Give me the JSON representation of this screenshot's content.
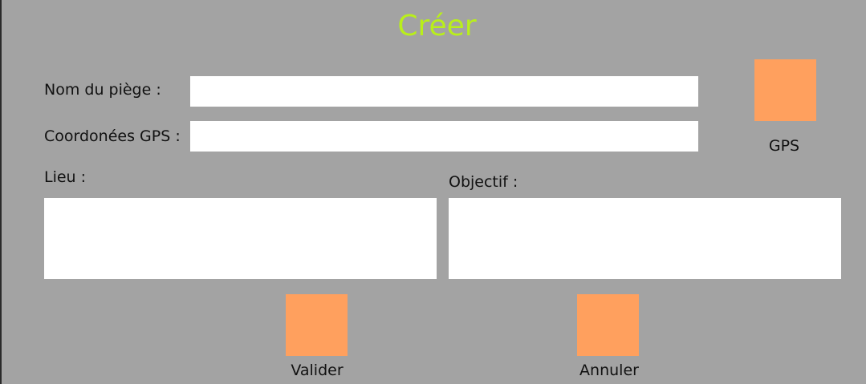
{
  "dialog": {
    "title": "Créer"
  },
  "form": {
    "trap_name_label": "Nom du piège :",
    "trap_name_value": "",
    "gps_coords_label": "Coordonées GPS :",
    "gps_coords_value": "",
    "place_label": "Lieu :",
    "place_value": "",
    "objective_label": "Objectif :",
    "objective_value": ""
  },
  "buttons": {
    "gps_label": "GPS",
    "validate_label": "Valider",
    "cancel_label": "Annuler"
  },
  "colors": {
    "background": "#a3a3a3",
    "title": "#b9ef1a",
    "button": "#ffa05e",
    "field": "#ffffff"
  }
}
